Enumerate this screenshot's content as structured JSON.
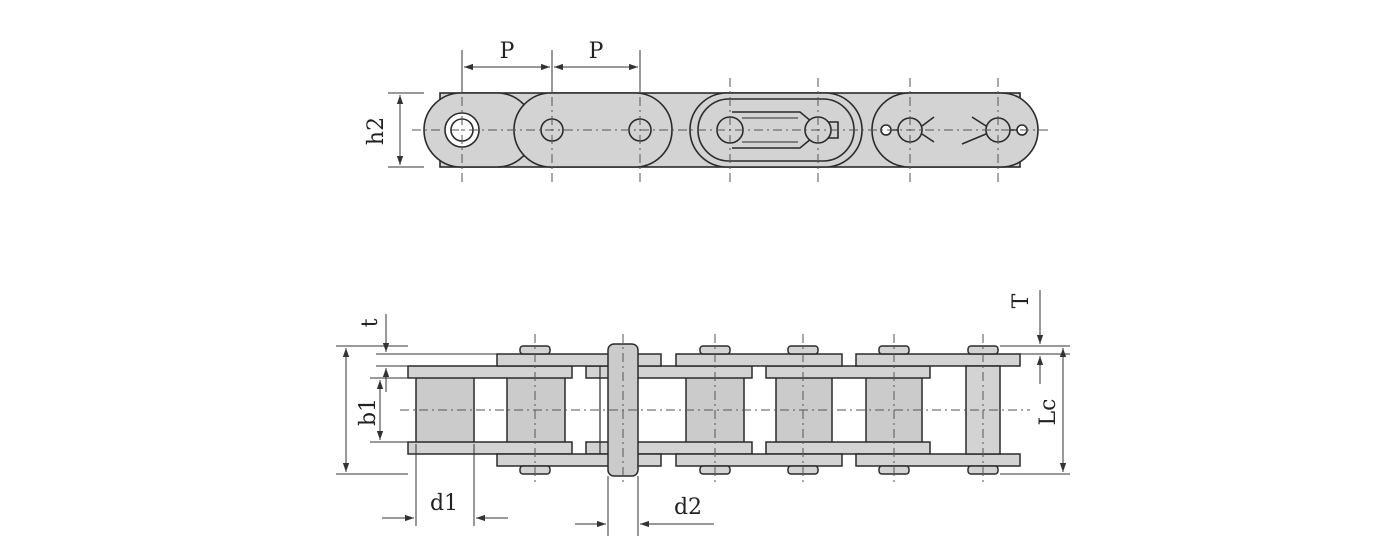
{
  "colors": {
    "background": "#ffffff",
    "plate_fill": "#d3d3d3",
    "roller_fill": "#cbcbcb",
    "outline": "#2b2b2b",
    "dim_line": "#333333",
    "center_line": "#555555",
    "label": "#222222"
  },
  "top_view": {
    "pitch_label_1": "P",
    "pitch_label_2": "P",
    "height_label": "h2"
  },
  "side_view": {
    "plate_thickness_label": "t",
    "pin_head_label": "T",
    "roller_width_label": "b1",
    "pin_length_label": "Lc",
    "roller_dia_label": "d1",
    "pin_dia_label": "d2"
  }
}
